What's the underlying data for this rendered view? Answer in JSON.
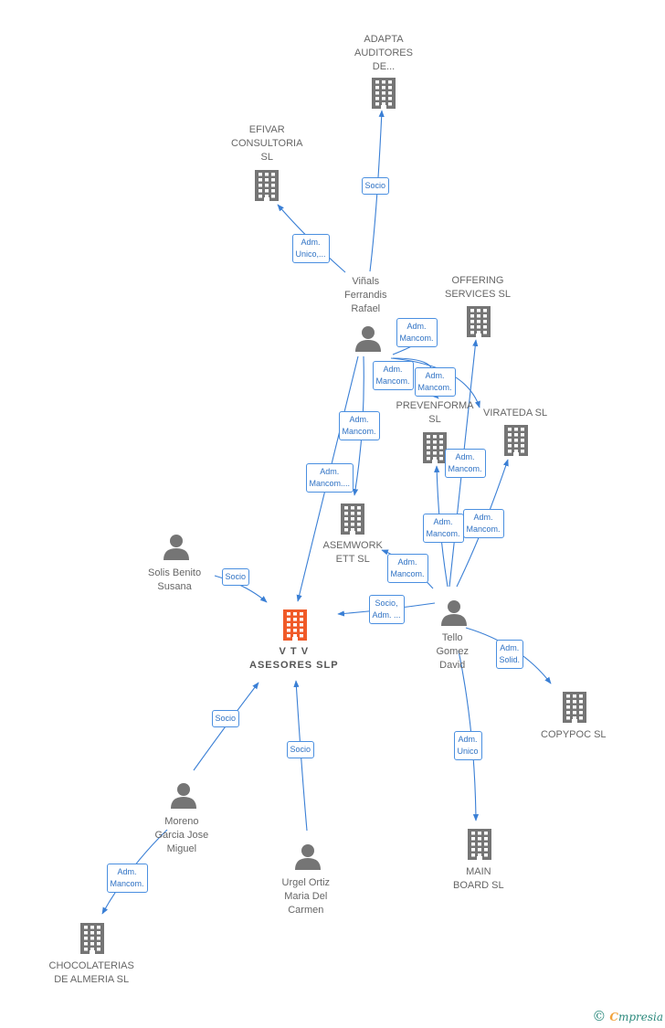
{
  "nodes": {
    "adapta": {
      "lines": [
        "ADAPTA",
        "AUDITORES",
        "DE..."
      ],
      "kind": "company"
    },
    "efivar": {
      "lines": [
        "EFIVAR",
        "CONSULTORIA",
        "SL"
      ],
      "kind": "company"
    },
    "vinals": {
      "lines": [
        "Viñals",
        "Ferrandis",
        "Rafael"
      ],
      "kind": "person"
    },
    "offering": {
      "lines": [
        "OFFERING",
        "SERVICES  SL"
      ],
      "kind": "company"
    },
    "prevenforma": {
      "lines": [
        "PREVENFORMA",
        "SL"
      ],
      "kind": "company"
    },
    "virateda": {
      "lines": [
        "VIRATEDA  SL"
      ],
      "kind": "company"
    },
    "asemwork": {
      "lines": [
        "ASEMWORK",
        "ETT  SL"
      ],
      "kind": "company"
    },
    "solis": {
      "lines": [
        "Solis Benito",
        "Susana"
      ],
      "kind": "person"
    },
    "vtv": {
      "lines": [
        "V T V",
        "ASESORES SLP"
      ],
      "kind": "company-main"
    },
    "tello": {
      "lines": [
        "Tello",
        "Gomez",
        "David"
      ],
      "kind": "person"
    },
    "copypoc": {
      "lines": [
        "COPYPOC SL"
      ],
      "kind": "company"
    },
    "moreno": {
      "lines": [
        "Moreno",
        "Garcia Jose",
        "Miguel"
      ],
      "kind": "person"
    },
    "urgel": {
      "lines": [
        "Urgel Ortiz",
        "Maria Del",
        "Carmen"
      ],
      "kind": "person"
    },
    "mainboard": {
      "lines": [
        "MAIN",
        "BOARD SL"
      ],
      "kind": "company"
    },
    "chocolaterias": {
      "lines": [
        "CHOCOLATERIAS",
        "DE ALMERIA SL"
      ],
      "kind": "company"
    }
  },
  "edges": [
    {
      "from": "vinals",
      "to": "adapta",
      "label": [
        "Socio"
      ]
    },
    {
      "from": "vinals",
      "to": "efivar",
      "label": [
        "Adm.",
        "Unico,..."
      ]
    },
    {
      "from": "vinals",
      "to": "prevenforma",
      "label": [
        "Adm.",
        "Mancom."
      ]
    },
    {
      "from": "vinals",
      "to": "virateda",
      "label": [
        "Adm.",
        "Mancom."
      ]
    },
    {
      "from": "vinals",
      "to": "offering",
      "label": [
        "Adm.",
        "Mancom."
      ]
    },
    {
      "from": "vinals",
      "to": "asemwork",
      "label": [
        "Adm.",
        "Mancom."
      ]
    },
    {
      "from": "vinals",
      "to": "vtv",
      "label": [
        "Adm.",
        "Mancom...."
      ]
    },
    {
      "from": "tello",
      "to": "offering",
      "label": [
        "Adm.",
        "Mancom."
      ]
    },
    {
      "from": "tello",
      "to": "prevenforma",
      "label": [
        "Adm.",
        "Mancom."
      ]
    },
    {
      "from": "tello",
      "to": "virateda",
      "label": [
        "Adm.",
        "Mancom."
      ]
    },
    {
      "from": "tello",
      "to": "asemwork",
      "label": [
        "Adm.",
        "Mancom."
      ]
    },
    {
      "from": "tello",
      "to": "vtv",
      "label": [
        "Socio,",
        "Adm. ..."
      ]
    },
    {
      "from": "tello",
      "to": "copypoc",
      "label": [
        "Adm.",
        "Solid."
      ]
    },
    {
      "from": "tello",
      "to": "mainboard",
      "label": [
        "Adm.",
        "Unico"
      ]
    },
    {
      "from": "solis",
      "to": "vtv",
      "label": [
        "Socio"
      ]
    },
    {
      "from": "moreno",
      "to": "vtv",
      "label": [
        "Socio"
      ]
    },
    {
      "from": "urgel",
      "to": "vtv",
      "label": [
        "Socio"
      ]
    },
    {
      "from": "moreno",
      "to": "chocolaterias",
      "label": [
        "Adm.",
        "Mancom."
      ]
    }
  ],
  "colors": {
    "edge": "#3a7fd5",
    "icon": "#757575",
    "main_icon": "#f05a28"
  },
  "brand": {
    "copyright": "©",
    "initial": "C",
    "rest": "mpresia"
  }
}
